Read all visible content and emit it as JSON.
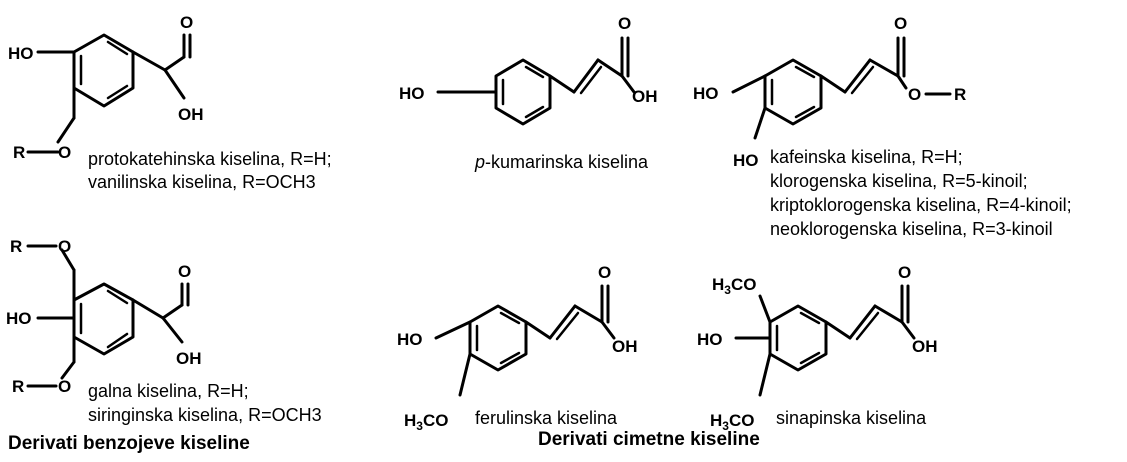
{
  "atoms": {
    "HO": "HO",
    "OH": "OH",
    "O": "O",
    "R": "R",
    "H3CO": "H3CO"
  },
  "captions": {
    "vanillic_lines": [
      "protokatehinska kiselina, R=H;",
      "vanilinska kiselina, R=OCH3"
    ],
    "coumaric_prefix": "p",
    "coumaric_rest": "-kumarinska kiselina",
    "caffeic_lines": [
      "kafeinska kiselina, R=H;",
      "klorogenska kiselina, R=5-kinoil;",
      "kriptoklorogenska kiselina, R=4-kinoil;",
      "neoklorogenska kiselina, R=3-kinoil"
    ],
    "gallic_lines": [
      "galna kiselina, R=H;",
      "siringinska kiselina, R=OCH3"
    ],
    "ferulic": "ferulinska kiselina",
    "sinapic": "sinapinska kiselina"
  },
  "headings": {
    "benzoic": "Derivati benzojeve kiseline",
    "cinnamic": "Derivati cimetne kiseline"
  }
}
